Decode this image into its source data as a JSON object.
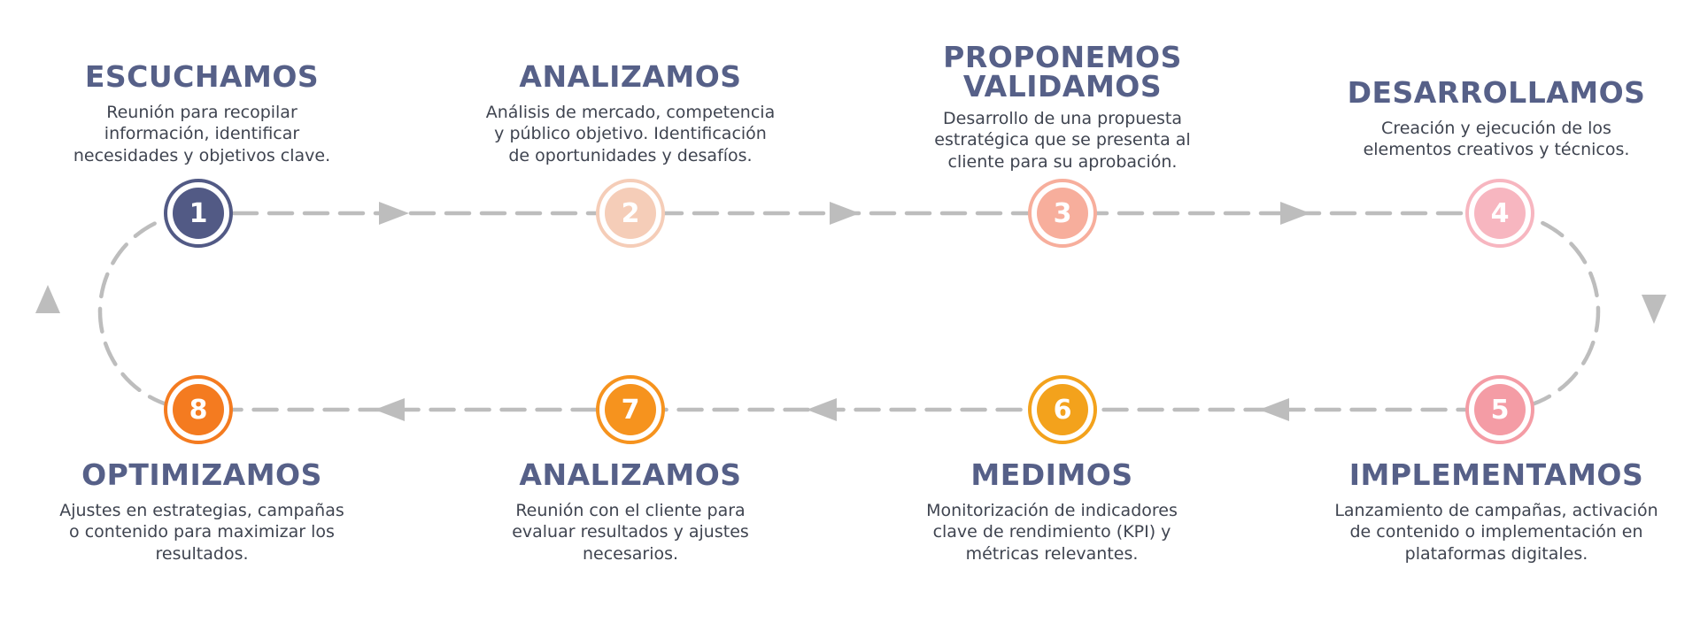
{
  "steps": [
    {
      "number": "1",
      "title": "ESCUCHAMOS",
      "desc": "Reunión para recopilar\ninformación, identificar\nnecesidades y objetivos clave.",
      "color": "#525a85"
    },
    {
      "number": "2",
      "title": "ANALIZAMOS",
      "desc": "Análisis de mercado, competencia\ny público objetivo. Identificación\nde oportunidades y desafíos.",
      "color": "#f5cdb8"
    },
    {
      "number": "3",
      "title": "PROPONEMOS\nVALIDAMOS",
      "desc": "Desarrollo de una propuesta\nestratégica que se presenta al\ncliente para su aprobación.",
      "color": "#f7ae9c"
    },
    {
      "number": "4",
      "title": "DESARROLLAMOS",
      "desc": "Creación y ejecución de los\nelementos creativos y técnicos.",
      "color": "#f7b6c0"
    },
    {
      "number": "5",
      "title": "IMPLEMENTAMOS",
      "desc": "Lanzamiento de campañas, activación\nde contenido o implementación en\nplataformas digitales.",
      "color": "#f49ca5"
    },
    {
      "number": "6",
      "title": "MEDIMOS",
      "desc": "Monitorización de indicadores\nclave de rendimiento (KPI) y\nmétricas relevantes.",
      "color": "#f3a21c"
    },
    {
      "number": "7",
      "title": "ANALIZAMOS",
      "desc": "Reunión con el cliente para\nevaluar resultados y ajustes\nnecesarios.",
      "color": "#f6931e"
    },
    {
      "number": "8",
      "title": "OPTIMIZAMOS",
      "desc": "Ajustes en estrategias, campañas\no contenido para maximizar los\nresultados.",
      "color": "#f47b20"
    }
  ],
  "colors": {
    "connector": "#bdbdbd",
    "title": "#566088",
    "text": "#3f4450"
  }
}
